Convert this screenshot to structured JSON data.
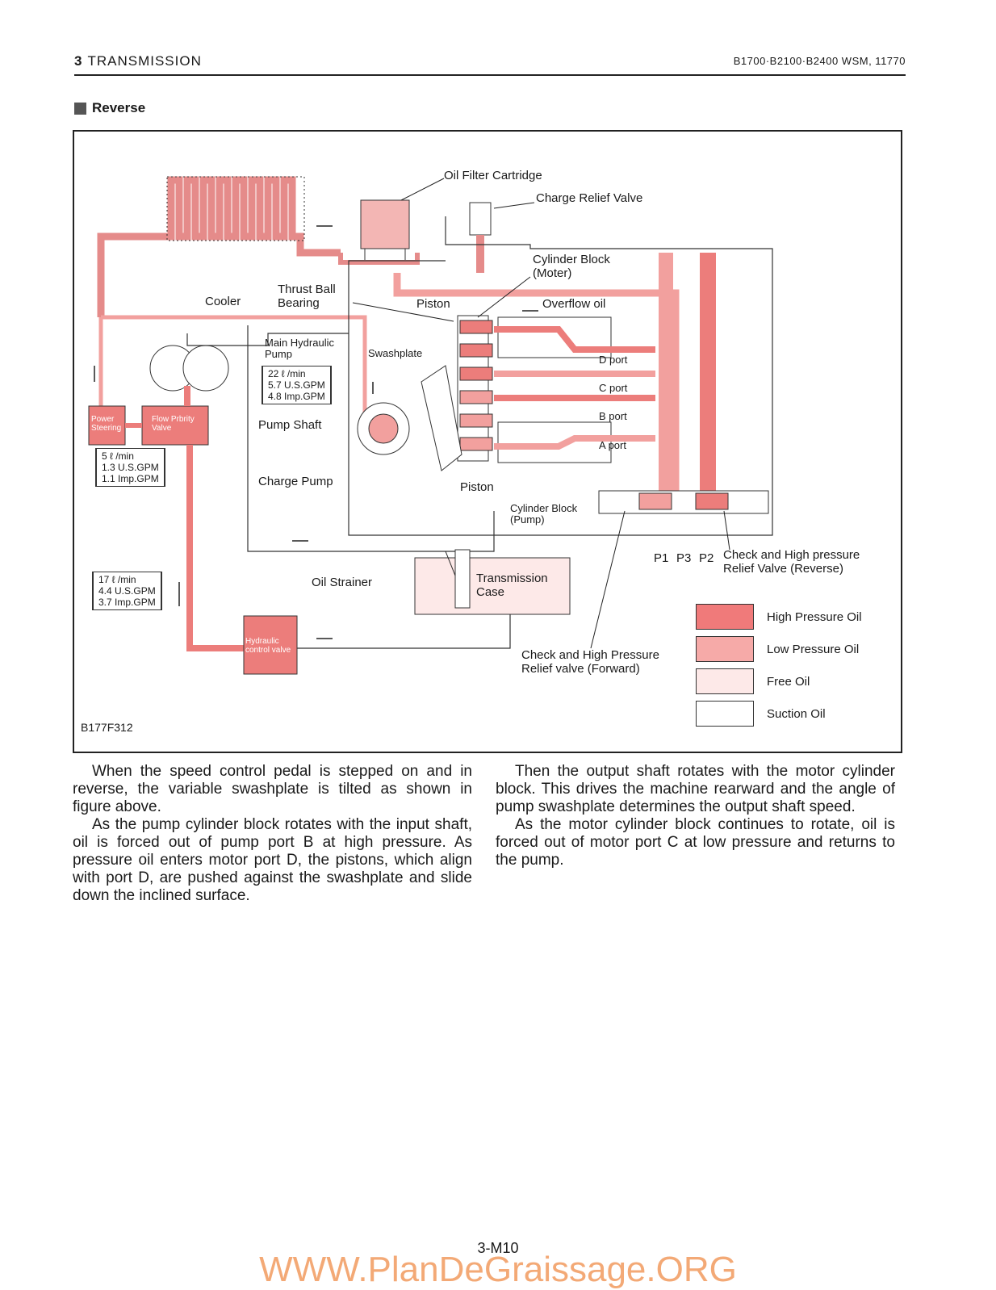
{
  "header": {
    "section_number": "3",
    "section_title": "TRANSMISSION",
    "doc_ref": "B1700·B2100·B2400  WSM, 11770"
  },
  "subheading": "Reverse",
  "figure": {
    "figure_id": "B177F312",
    "colors": {
      "high_pressure": "#f07a7a",
      "low_pressure": "#f6aaa8",
      "free_oil": "#fde9e8",
      "suction_oil": "#ffffff",
      "line": "#333333"
    },
    "labels": {
      "oil_filter_cartridge": "Oil Filter Cartridge",
      "charge_relief_valve": "Charge Relief Valve",
      "cylinder_block_motor": "Cylinder Block\n(Moter)",
      "cooler": "Cooler",
      "thrust_ball_bearing": "Thrust Ball\nBearing",
      "piston_top": "Piston",
      "overflow_oil": "Overflow oil",
      "main_hydraulic_pump": "Main Hydraulic\nPump",
      "swashplate": "Swashplate",
      "d_port": "D port",
      "c_port": "C port",
      "b_port": "B port",
      "a_port": "A port",
      "power_steering": "Power\nSteering",
      "flow_priority_valve": "Flow Prbrity\nValve",
      "pump_shaft": "Pump Shaft",
      "charge_pump": "Charge Pump",
      "piston_bottom": "Piston",
      "cylinder_block_pump": "Cylinder Block\n(Pump)",
      "p1": "P1",
      "p3": "P3",
      "p2": "P2",
      "check_relief_reverse": "Check and High pressure\nRelief Valve (Reverse)",
      "oil_strainer": "Oil Strainer",
      "transmission_case": "Transmission\nCase",
      "hydraulic_control_valve": "Hydraulic\ncontrol valve",
      "check_relief_forward": "Check and High Pressure\nRelief valve (Forward)"
    },
    "flow_boxes": {
      "main_pump_flow": "22 ℓ /min\n5.7 U.S.GPM\n4.8 Imp.GPM",
      "steering_flow": "5 ℓ /min\n1.3 U.S.GPM\n1.1 Imp.GPM",
      "control_valve_flow": "17 ℓ /min\n4.4 U.S.GPM\n3.7 Imp.GPM"
    },
    "legend": [
      {
        "label": "High Pressure Oil",
        "color": "#f07a7a"
      },
      {
        "label": "Low Pressure Oil",
        "color": "#f6aaa8"
      },
      {
        "label": "Free Oil",
        "color": "#fde9e8"
      },
      {
        "label": "Suction Oil",
        "color": "#ffffff"
      }
    ]
  },
  "body": {
    "left": [
      "When the speed control pedal is stepped on and in reverse, the variable swashplate is tilted as shown in figure above.",
      "As the pump cylinder block rotates with the input shaft, oil is forced out of pump port B at high pressure.  As pressure oil enters motor port D, the pistons, which align with port D, are pushed against the swashplate and slide down the inclined surface."
    ],
    "right": [
      "Then the output shaft rotates with the motor cylinder block.  This drives the machine rearward and the angle of pump swashplate determines the output shaft speed.",
      "As the motor cylinder block continues to rotate, oil is forced out of motor port C at low pressure and returns to the pump."
    ]
  },
  "footer": {
    "page_number": "3-M10",
    "watermark": "WWW.PlanDeGraissage.ORG"
  }
}
